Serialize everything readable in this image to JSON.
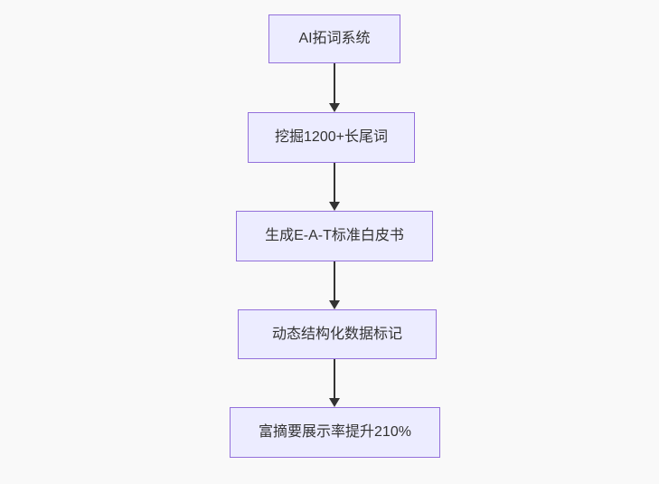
{
  "flowchart": {
    "direction": "top-down",
    "nodes": [
      {
        "label": "AI拓词系统"
      },
      {
        "label": "挖掘1200+长尾词"
      },
      {
        "label": "生成E-A-T标准白皮书"
      },
      {
        "label": "动态结构化数据标记"
      },
      {
        "label": "富摘要展示率提升210%"
      }
    ],
    "edges": [
      {
        "from": 0,
        "to": 1
      },
      {
        "from": 1,
        "to": 2
      },
      {
        "from": 2,
        "to": 3
      },
      {
        "from": 3,
        "to": 4
      }
    ],
    "colors": {
      "background": "#f9f9f9",
      "node_fill": "#ECECFF",
      "node_border": "#9370DB",
      "node_text": "#333333",
      "arrow": "#333333"
    }
  }
}
